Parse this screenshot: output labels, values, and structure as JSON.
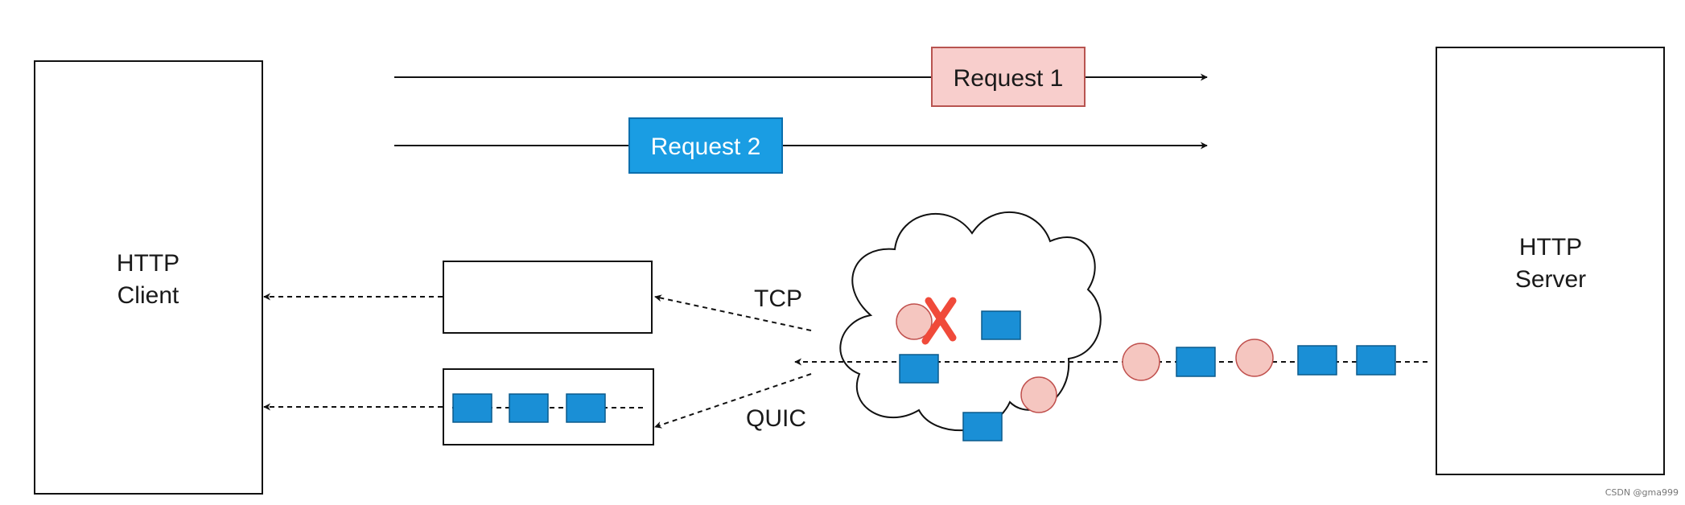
{
  "client": {
    "line1": "HTTP",
    "line2": "Client"
  },
  "server": {
    "line1": "HTTP",
    "line2": "Server"
  },
  "requests": [
    {
      "label": "Request 1",
      "fill": "#f8cecc",
      "stroke": "#b85450"
    },
    {
      "label": "Request 2",
      "fill": "#1a9de3",
      "stroke": "#0a6fae"
    }
  ],
  "protocols": {
    "tcp": "TCP",
    "quic": "QUIC"
  },
  "packet_colors": {
    "square": "#1a8fd6",
    "square_border": "#0b5a8c",
    "circle": "#f5c6c0",
    "circle_border": "#c0504d",
    "lost_mark": "#f04a3a"
  },
  "watermark": "CSDN @gma999"
}
